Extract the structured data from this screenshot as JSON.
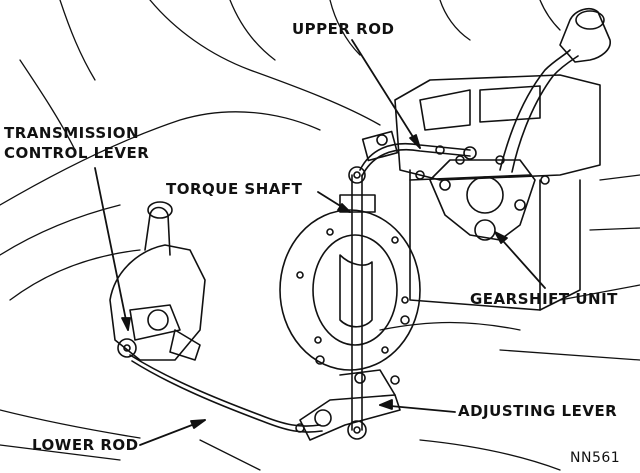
{
  "labels": {
    "upper_rod": "UPPER ROD",
    "transmission_control_lever_line1": "TRANSMISSION",
    "transmission_control_lever_line2": "CONTROL LEVER",
    "torque_shaft": "TORQUE SHAFT",
    "gearshift_unit": "GEARSHIFT UNIT",
    "adjusting_lever": "ADJUSTING LEVER",
    "lower_rod": "LOWER ROD"
  },
  "figure_code": "NN561",
  "colors": {
    "ink": "#111111",
    "paper": "#ffffff"
  }
}
